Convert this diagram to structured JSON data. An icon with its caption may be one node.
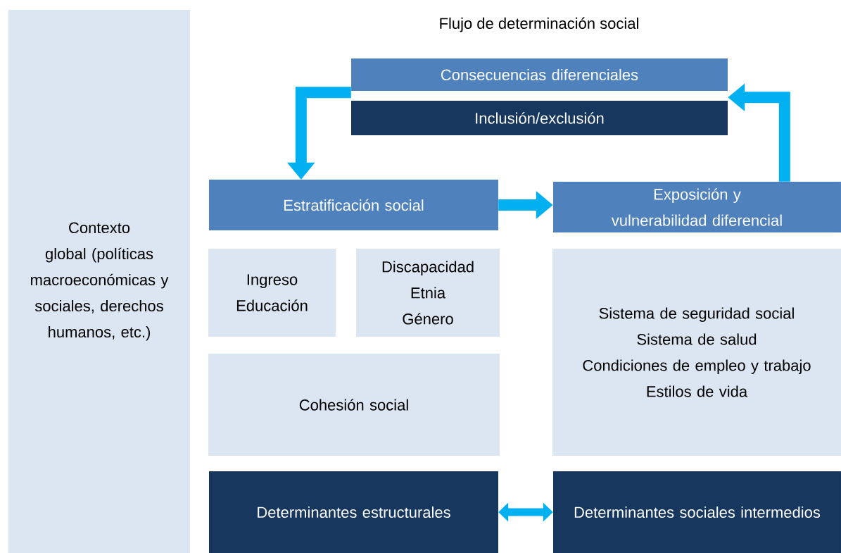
{
  "diagram": {
    "title": "Flujo de determinación social",
    "nodes": [
      {
        "text": [
          "Contexto global (políticas macroeconómicas y sociales, derechos humanos, etc.)"
        ]
      },
      {
        "text": [
          "Consecuencias diferenciales"
        ]
      },
      {
        "text": [
          "Inclusión/exclusión"
        ]
      },
      {
        "text": [
          "Estratificación social"
        ]
      },
      {
        "text": [
          "Exposición y vulnerabilidad diferencial"
        ]
      },
      {
        "text": [
          "Ingreso",
          "Educación"
        ]
      },
      {
        "text": [
          "Discapacidad",
          "Etnia",
          "Género"
        ]
      },
      {
        "text": [
          "Cohesión social"
        ]
      },
      {
        "text": [
          "Sistema de seguridad social",
          "Sistema de salud",
          "Condiciones de empleo y trabajo",
          "Estilos de vida"
        ]
      },
      {
        "text": [
          "Determinantes estructurales"
        ]
      },
      {
        "text": [
          "Determinantes sociales intermedios"
        ]
      }
    ],
    "edges": [
      {
        "from": 1,
        "to": 3,
        "arrow": "to"
      },
      {
        "from": 4,
        "to": 1,
        "arrow": "to"
      },
      {
        "from": 3,
        "to": 4,
        "arrow": "to"
      },
      {
        "from": 9,
        "to": 10,
        "arrow": "both"
      }
    ]
  }
}
